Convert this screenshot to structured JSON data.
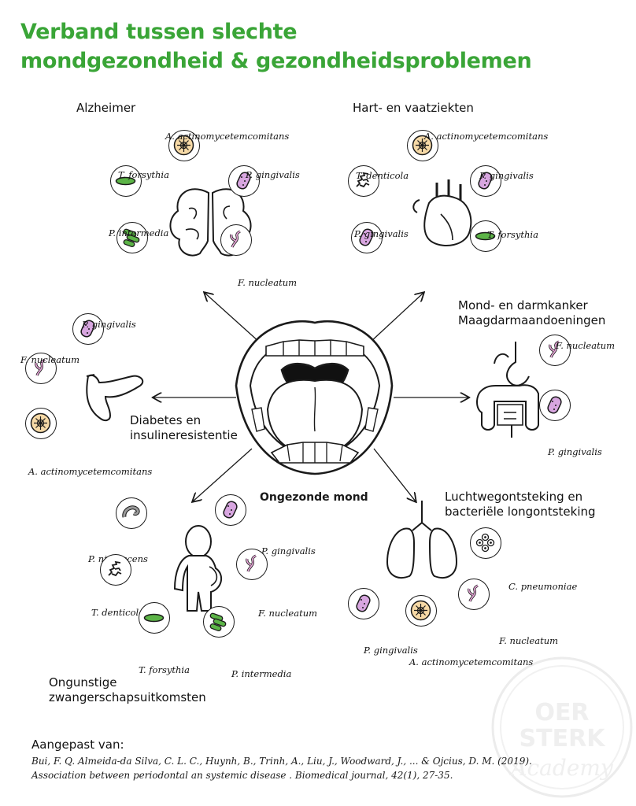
{
  "title_lines": [
    "Verband tussen slechte",
    "mondgezondheid & gezondheidsproblemen"
  ],
  "center_label": "Ongezonde mond",
  "categories": {
    "alzheimer": "Alzheimer",
    "heart": "Hart- en vaatziekten",
    "cancer_1": "Mond- en darmkanker",
    "cancer_2": "Maagdarmaandoeningen",
    "diabetes_1": "Diabetes en",
    "diabetes_2": "insulineresistentie",
    "pregnancy_1": "Ongunstige",
    "pregnancy_2": "zwangerschapsuitkomsten",
    "lung_1": "Luchtwegontsteking en",
    "lung_2": "bacteriële longontsteking"
  },
  "bacteria": {
    "aa": "A. actinomycetemcomitans",
    "pg": "P. gingivalis",
    "tf": "T. forsythia",
    "pi": "P. intermedia",
    "fn": "F. nucleatum",
    "td": "T. denticola",
    "pn": "P. nigrescens",
    "cp": "C. pneumoniae"
  },
  "source": {
    "heading": "Aangepast van:",
    "line1": "Bui, F. Q. Almeida-da Silva, C. L. C., Huynh, B., Trinh, A., Liu, J., Woodward, J., ... & Ojcius, D. M. (2019).",
    "line2": "Association between periodontal an systemic disease . Biomedical journal, 42(1), 27-35."
  },
  "watermark": [
    "OER",
    "STERK",
    "Academy"
  ],
  "colors": {
    "title_green": "#3aa537",
    "aa_fill": "#f6d9a6",
    "pg_fill": "#d8a6e0",
    "green_fill": "#5cb447",
    "fn_fill": "#e7a6d8",
    "gray_fill": "#9a9a9a"
  }
}
